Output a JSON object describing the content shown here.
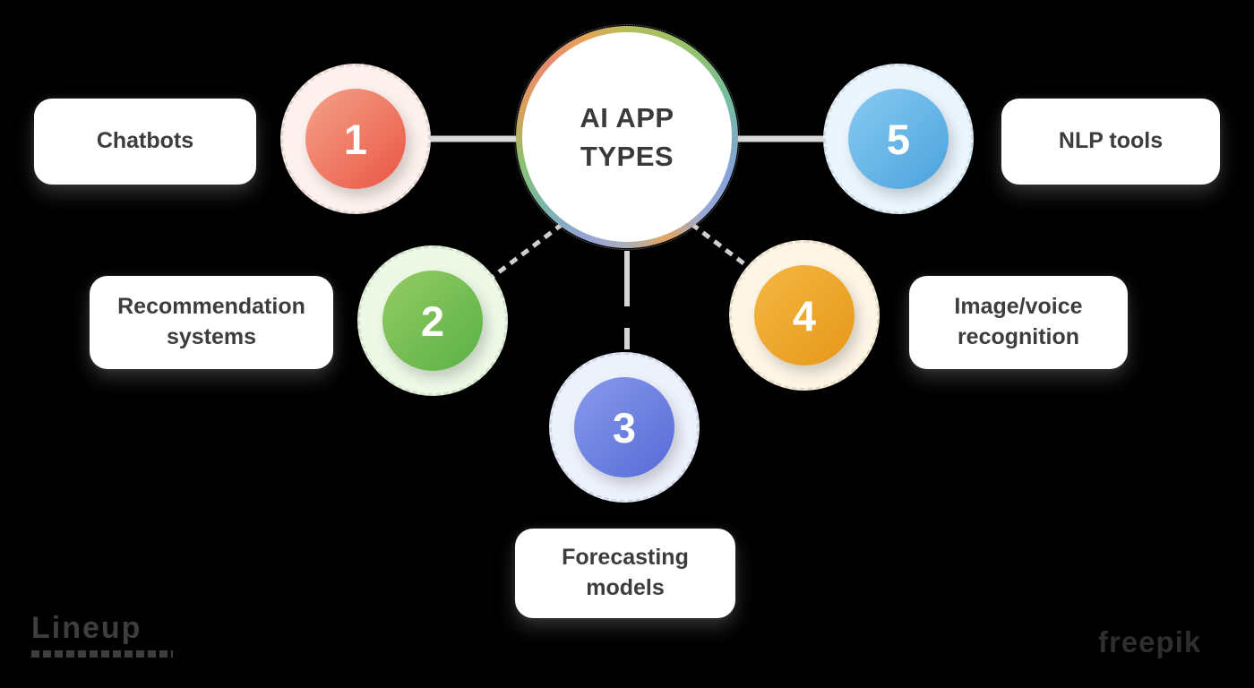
{
  "hub": {
    "title_line1": "AI APP",
    "title_line2": "TYPES",
    "ring_colors": [
      "#b6bd5c",
      "#94c36b",
      "#74bba4",
      "#84a3d9",
      "#e3a45f",
      "#aab0b6",
      "#97a2d8",
      "#79b6ab",
      "#8ac272",
      "#e58a70",
      "#e5a557"
    ]
  },
  "nodes": [
    {
      "number": "1",
      "label": "Chatbots",
      "color": "#eb614e",
      "halo_color": "#fdf0ed"
    },
    {
      "number": "2",
      "label": "Recommendation systems",
      "color": "#61b54a",
      "halo_color": "#eef8e6"
    },
    {
      "number": "3",
      "label": "Forecasting models",
      "color": "#5d72da",
      "halo_color": "#edf1fc"
    },
    {
      "number": "4",
      "label": "Image/voice recognition",
      "color": "#e89c1e",
      "halo_color": "#fdf5e5"
    },
    {
      "number": "5",
      "label": "NLP tools",
      "color": "#54a8e0",
      "halo_color": "#eaf5fd"
    }
  ],
  "connector_color": "#d9d9d9",
  "background_color": "#000000",
  "text_color": "#3d3d3d",
  "watermarks": {
    "logo_text": "Lineup",
    "credit_text": "freepik"
  }
}
